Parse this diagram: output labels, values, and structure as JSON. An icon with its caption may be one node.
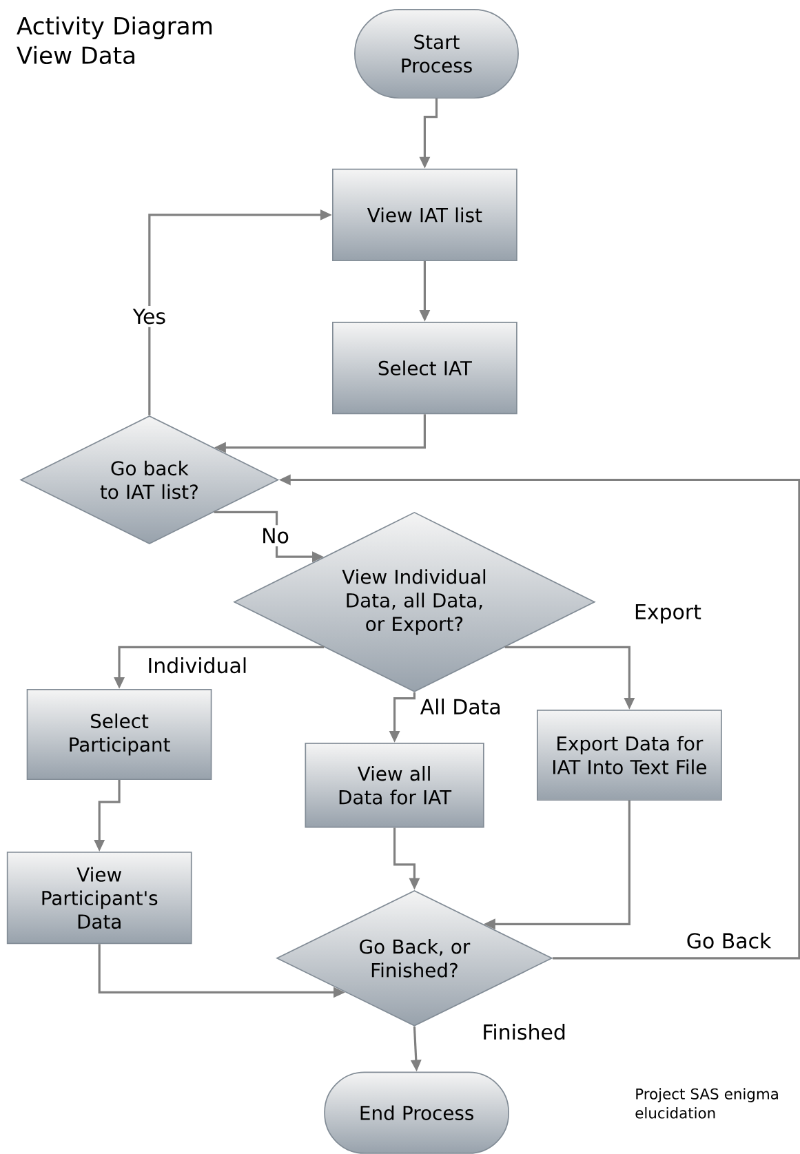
{
  "diagram": {
    "title": "Activity Diagram View Data",
    "nodes": [
      {
        "text": [
          "Start Process"
        ]
      },
      {
        "text": [
          "View IAT list"
        ]
      },
      {
        "text": [
          "Select IAT"
        ]
      },
      {
        "text": [
          "Go back to IAT list?"
        ]
      },
      {
        "text": [
          "View Individual Data, all Data, or Export?"
        ]
      },
      {
        "text": [
          "Select Participant"
        ]
      },
      {
        "text": [
          "View all Data for IAT"
        ]
      },
      {
        "text": [
          "Export Data for IAT Into Text File"
        ]
      },
      {
        "text": [
          "View Participant's Data"
        ]
      },
      {
        "text": [
          "Go Back, or Finished?"
        ]
      },
      {
        "text": [
          "End Process"
        ]
      }
    ],
    "edges": [
      {
        "from": 0,
        "to": 1,
        "arrow": "to"
      },
      {
        "from": 1,
        "to": 2,
        "arrow": "to"
      },
      {
        "from": 2,
        "to": 3,
        "arrow": "to"
      },
      {
        "from": 3,
        "to": 1,
        "arrow": "to",
        "label": "Yes"
      },
      {
        "from": 3,
        "to": 4,
        "arrow": "to",
        "label": "No"
      },
      {
        "from": 4,
        "to": 5,
        "arrow": "to",
        "label": "Individual"
      },
      {
        "from": 4,
        "to": 6,
        "arrow": "to",
        "label": "All Data"
      },
      {
        "from": 4,
        "to": 7,
        "arrow": "to",
        "label": "Export"
      },
      {
        "from": 5,
        "to": 8,
        "arrow": "to"
      },
      {
        "from": 6,
        "to": 9,
        "arrow": "to"
      },
      {
        "from": 7,
        "to": 9,
        "arrow": "to"
      },
      {
        "from": 8,
        "to": 9,
        "arrow": "to"
      },
      {
        "from": 9,
        "to": 3,
        "arrow": "to",
        "label": "Go Back"
      },
      {
        "from": 9,
        "to": 10,
        "arrow": "to",
        "label": "Finished"
      }
    ],
    "labels": [
      "Project SAS enigma elucidation"
    ]
  }
}
